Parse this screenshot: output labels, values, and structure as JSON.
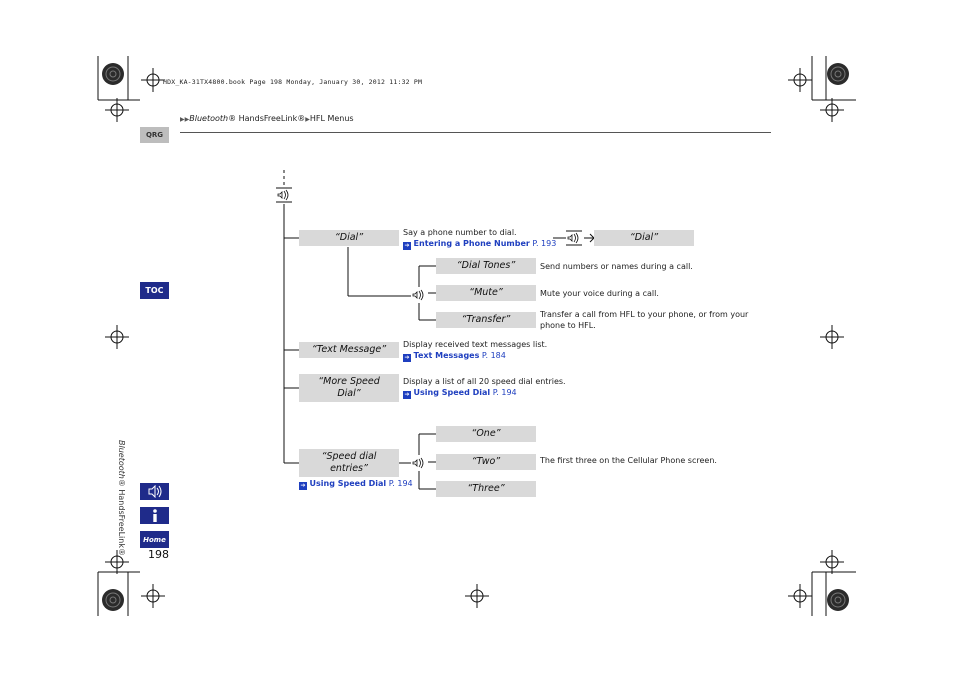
{
  "header": {
    "file_line": "HDX_KA-31TX4800.book  Page 198  Monday, January 30, 2012  11:32 PM",
    "breadcrumb_1": "Bluetooth",
    "breadcrumb_2": "® HandsFreeLink®",
    "breadcrumb_3": "HFL Menus"
  },
  "tabs": {
    "qrg": "QRG",
    "toc": "TOC"
  },
  "sidebar": {
    "section_title_1": "Bluetooth",
    "section_title_2": "® HandsFreeLink®",
    "home_label": "Home",
    "page_number": "198"
  },
  "menu": {
    "dial": {
      "label": "“Dial”",
      "desc": "Say a phone number to dial.",
      "xref_label": "Entering a Phone Number",
      "xref_page": "P. 193",
      "result_label": "“Dial”",
      "sub": [
        {
          "label": "“Dial Tones”",
          "desc": "Send numbers or names during a call."
        },
        {
          "label": "“Mute”",
          "desc": "Mute your voice during a call."
        },
        {
          "label": "“Transfer”",
          "desc": "Transfer a call from HFL to your phone, or from your phone to HFL."
        }
      ]
    },
    "text_message": {
      "label": "“Text Message”",
      "desc": "Display received text messages list.",
      "xref_label": "Text Messages",
      "xref_page": "P. 184"
    },
    "more_speed_dial": {
      "label": "“More Speed Dial”",
      "desc": "Display a list of all 20 speed dial entries.",
      "xref_label": "Using Speed Dial",
      "xref_page": "P. 194"
    },
    "speed_dial_entries": {
      "label": "“Speed dial entries”",
      "xref_label": "Using Speed Dial",
      "xref_page": "P. 194",
      "desc": "The first three on the Cellular Phone screen.",
      "sub": [
        {
          "label": "“One”"
        },
        {
          "label": "“Two”"
        },
        {
          "label": "“Three”"
        }
      ]
    }
  },
  "icons": {
    "talk": "talk-icon",
    "info": "info-icon",
    "home": "home-icon",
    "xref_arrow": "xref-arrow-icon",
    "right_arrow": "right-arrow-icon",
    "crop_mark": "crop-mark-icon",
    "registration": "registration-target-icon"
  },
  "colors": {
    "accent_blue": "#1f2b8a",
    "link_blue": "#1f3fbf",
    "box_gray": "#d9d9d9"
  }
}
